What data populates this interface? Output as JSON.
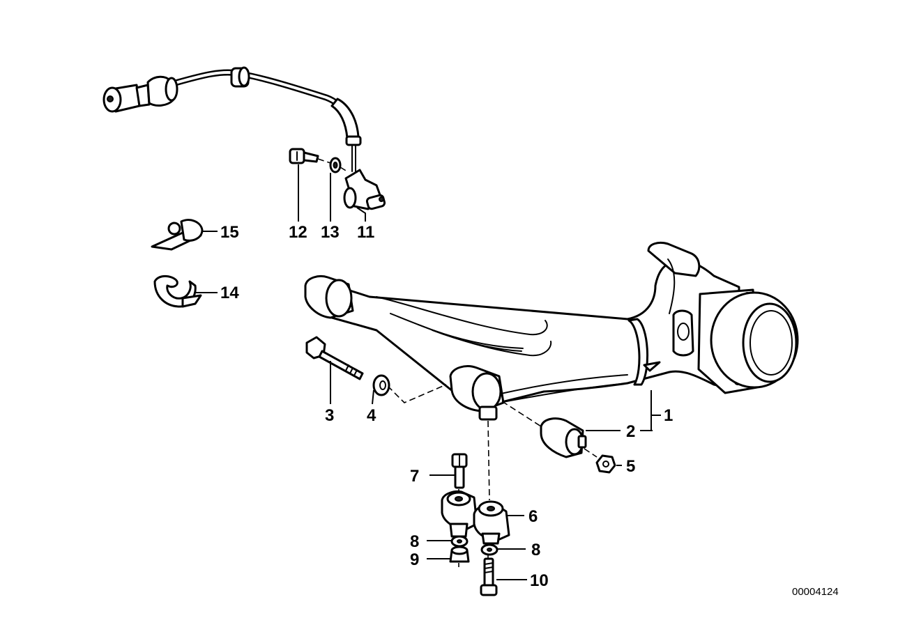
{
  "diagram": {
    "callouts": {
      "c1": "1",
      "c2": "2",
      "c3": "3",
      "c4": "4",
      "c5": "5",
      "c6": "6",
      "c7": "7",
      "c8a": "8",
      "c8b": "8",
      "c9": "9",
      "c10": "10",
      "c11": "11",
      "c12": "12",
      "c13": "13",
      "c14": "14",
      "c15": "15"
    },
    "document_number": "00004124"
  }
}
